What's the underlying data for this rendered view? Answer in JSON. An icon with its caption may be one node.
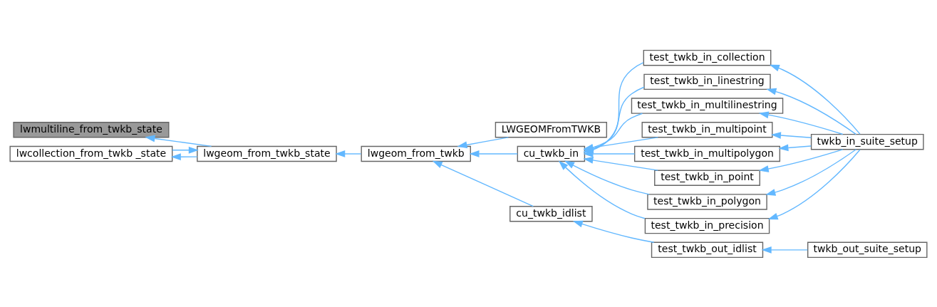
{
  "diagram": {
    "nodes": [
      {
        "text": [
          "lwmultiline_from_twkb_state"
        ]
      },
      {
        "text": [
          "lwgeom_from_twkb_state"
        ]
      },
      {
        "text": [
          "lwcollection_from_twkb _state"
        ]
      },
      {
        "text": [
          "lwgeom_from_twkb"
        ]
      },
      {
        "text": [
          "LWGEOMFromTWKB"
        ]
      },
      {
        "text": [
          "cu_twkb_in"
        ]
      },
      {
        "text": [
          "cu_twkb_idlist"
        ]
      },
      {
        "text": [
          "test_twkb_out_idlist"
        ]
      },
      {
        "text": [
          "twkb_out_suite_setup"
        ]
      },
      {
        "text": [
          "test_twkb_in_collection"
        ]
      },
      {
        "text": [
          "test_twkb_in_linestring"
        ]
      },
      {
        "text": [
          "test_twkb_in_multilinestring"
        ]
      },
      {
        "text": [
          "test_twkb_in_multipoint"
        ]
      },
      {
        "text": [
          "test_twkb_in_multipolygon"
        ]
      },
      {
        "text": [
          "test_twkb_in_point"
        ]
      },
      {
        "text": [
          "test_twkb_in_polygon"
        ]
      },
      {
        "text": [
          "test_twkb_in_precision"
        ]
      },
      {
        "text": [
          "twkb_in_suite_setup"
        ]
      }
    ],
    "edges": [
      {
        "from": 1,
        "to": 0,
        "arrow": "to"
      },
      {
        "from": 2,
        "to": 1,
        "arrow": "to"
      },
      {
        "from": 1,
        "to": 2,
        "arrow": "to"
      },
      {
        "from": 3,
        "to": 1,
        "arrow": "to"
      },
      {
        "from": 5,
        "to": 3,
        "arrow": "to"
      },
      {
        "from": 6,
        "to": 3,
        "arrow": "to"
      },
      {
        "from": 4,
        "to": 3,
        "arrow": "to"
      },
      {
        "from": 7,
        "to": 6,
        "arrow": "to"
      },
      {
        "from": 8,
        "to": 7,
        "arrow": "to"
      },
      {
        "from": 9,
        "to": 5,
        "arrow": "to"
      },
      {
        "from": 10,
        "to": 5,
        "arrow": "to"
      },
      {
        "from": 11,
        "to": 5,
        "arrow": "to"
      },
      {
        "from": 12,
        "to": 5,
        "arrow": "to"
      },
      {
        "from": 13,
        "to": 5,
        "arrow": "to"
      },
      {
        "from": 14,
        "to": 5,
        "arrow": "to"
      },
      {
        "from": 15,
        "to": 5,
        "arrow": "to"
      },
      {
        "from": 16,
        "to": 5,
        "arrow": "to"
      },
      {
        "from": 17,
        "to": 9,
        "arrow": "to"
      },
      {
        "from": 17,
        "to": 10,
        "arrow": "to"
      },
      {
        "from": 17,
        "to": 11,
        "arrow": "to"
      },
      {
        "from": 17,
        "to": 12,
        "arrow": "to"
      },
      {
        "from": 17,
        "to": 13,
        "arrow": "to"
      },
      {
        "from": 17,
        "to": 14,
        "arrow": "to"
      },
      {
        "from": 17,
        "to": 15,
        "arrow": "to"
      },
      {
        "from": 17,
        "to": 16,
        "arrow": "to"
      }
    ]
  }
}
